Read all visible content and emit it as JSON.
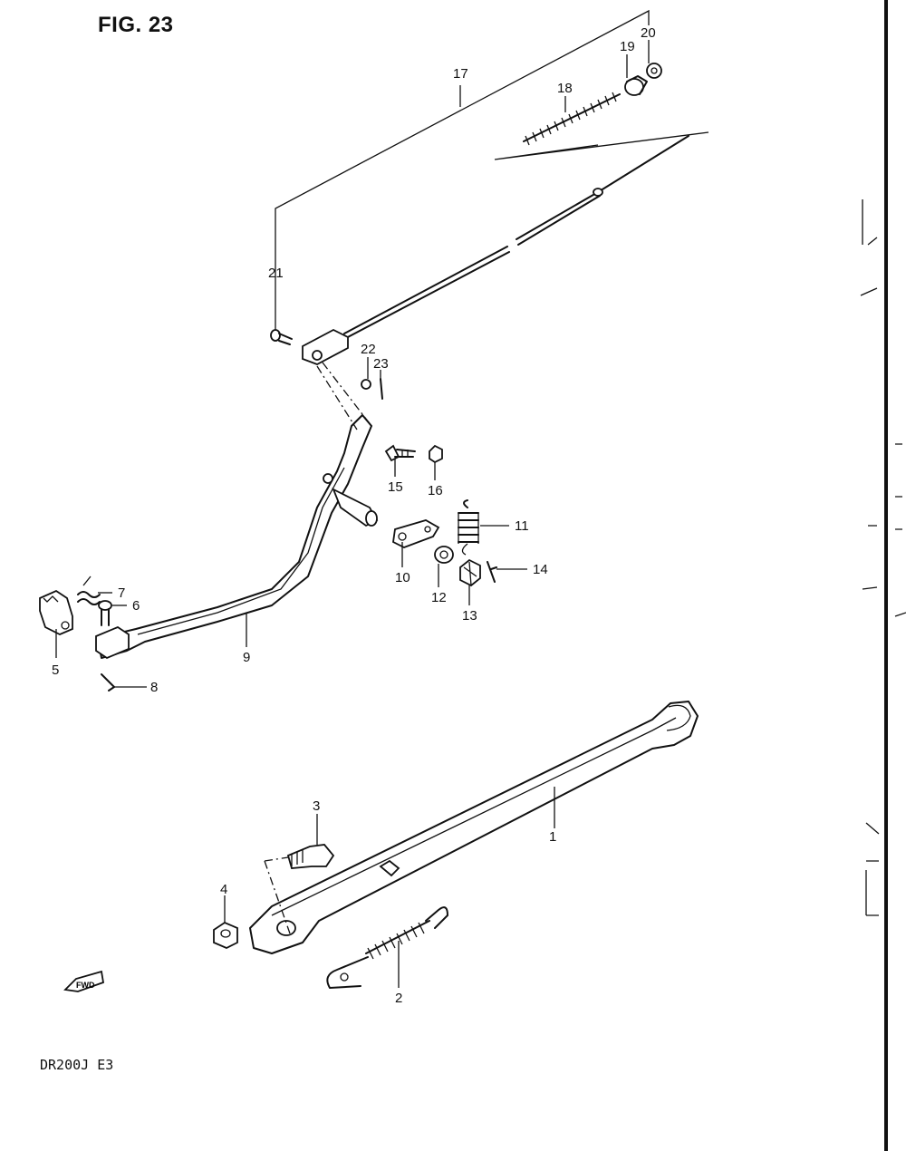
{
  "figure": {
    "title": "FIG. 23",
    "model_code": "DR200J  E3"
  },
  "fwd_label": "FWD",
  "callouts": [
    {
      "id": "c1",
      "label": "1"
    },
    {
      "id": "c2",
      "label": "2"
    },
    {
      "id": "c3",
      "label": "3"
    },
    {
      "id": "c4",
      "label": "4"
    },
    {
      "id": "c5",
      "label": "5"
    },
    {
      "id": "c6",
      "label": "6"
    },
    {
      "id": "c7",
      "label": "7"
    },
    {
      "id": "c8",
      "label": "8"
    },
    {
      "id": "c9",
      "label": "9"
    },
    {
      "id": "c10",
      "label": "10"
    },
    {
      "id": "c11",
      "label": "11"
    },
    {
      "id": "c12",
      "label": "12"
    },
    {
      "id": "c13",
      "label": "13"
    },
    {
      "id": "c14",
      "label": "14"
    },
    {
      "id": "c15",
      "label": "15"
    },
    {
      "id": "c16",
      "label": "16"
    },
    {
      "id": "c17",
      "label": "17"
    },
    {
      "id": "c18",
      "label": "18"
    },
    {
      "id": "c19",
      "label": "19"
    },
    {
      "id": "c20",
      "label": "20"
    },
    {
      "id": "c21",
      "label": "21"
    },
    {
      "id": "c22",
      "label": "22"
    },
    {
      "id": "c23",
      "label": "23"
    }
  ]
}
